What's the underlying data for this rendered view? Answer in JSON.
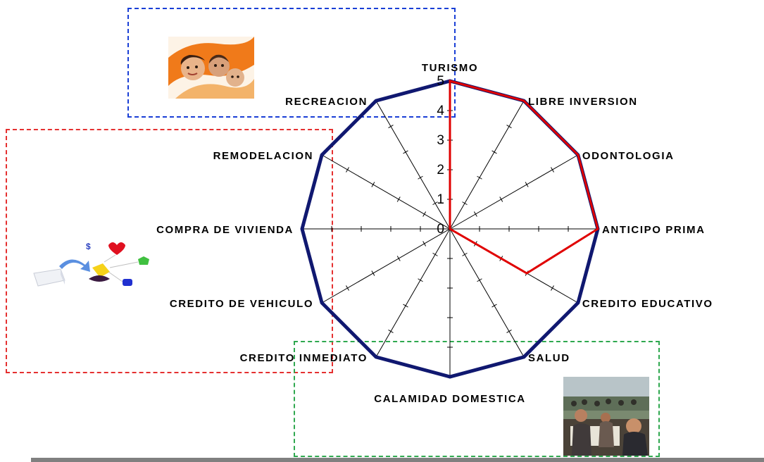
{
  "chart_data": {
    "type": "radar",
    "categories": [
      "TURISMO",
      "LIBRE INVERSION",
      "ODONTOLOGIA",
      "ANTICIPO PRIMA",
      "CREDITO EDUCATIVO",
      "SALUD",
      "CALAMIDAD DOMESTICA",
      "CREDITO INMEDIATO",
      "CREDITO DE VEHICULO",
      "COMPRA DE VIVIENDA",
      "REMODELACION",
      "RECREACION"
    ],
    "radial_ticks": [
      "0",
      "1",
      "2",
      "3",
      "4",
      "5"
    ],
    "rlim": [
      0,
      5
    ],
    "series": [
      {
        "color": "#101870",
        "values": [
          5,
          5,
          5,
          5,
          5,
          5,
          5,
          5,
          5,
          5,
          5,
          5
        ]
      },
      {
        "color": "#e00000",
        "values": [
          5,
          5,
          5,
          5,
          3,
          0,
          0,
          0,
          0,
          0,
          0,
          0
        ]
      }
    ]
  },
  "groups": [
    {
      "color": "#1a3fd6"
    },
    {
      "color": "#e53030"
    },
    {
      "color": "#2fa84f"
    }
  ]
}
